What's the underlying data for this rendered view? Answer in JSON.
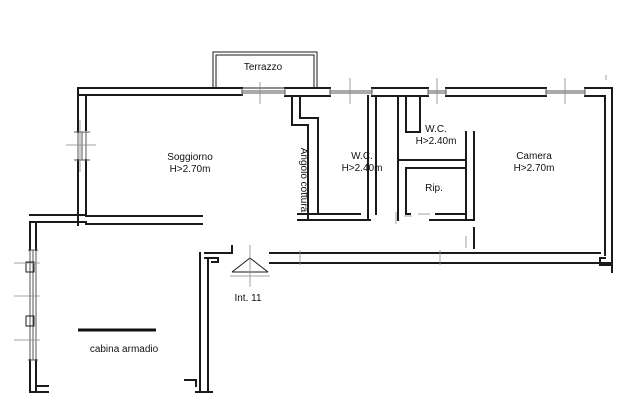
{
  "rooms": {
    "terrazzo": "Terrazzo",
    "soggiorno": {
      "name": "Soggiorno",
      "height": "H>2.70m"
    },
    "angolo_cottura": "Angolo cottura",
    "wc_left": {
      "name": "W.C.",
      "height": "H>2.40m"
    },
    "wc_top": {
      "name": "W.C.",
      "height": "H>2.40m"
    },
    "camera": {
      "name": "Camera",
      "height": "H>2.70m"
    },
    "ripostiglio": "Rip.",
    "cabina_armadio": "cabina armadio"
  },
  "entrance": {
    "label": "Int. 11"
  }
}
